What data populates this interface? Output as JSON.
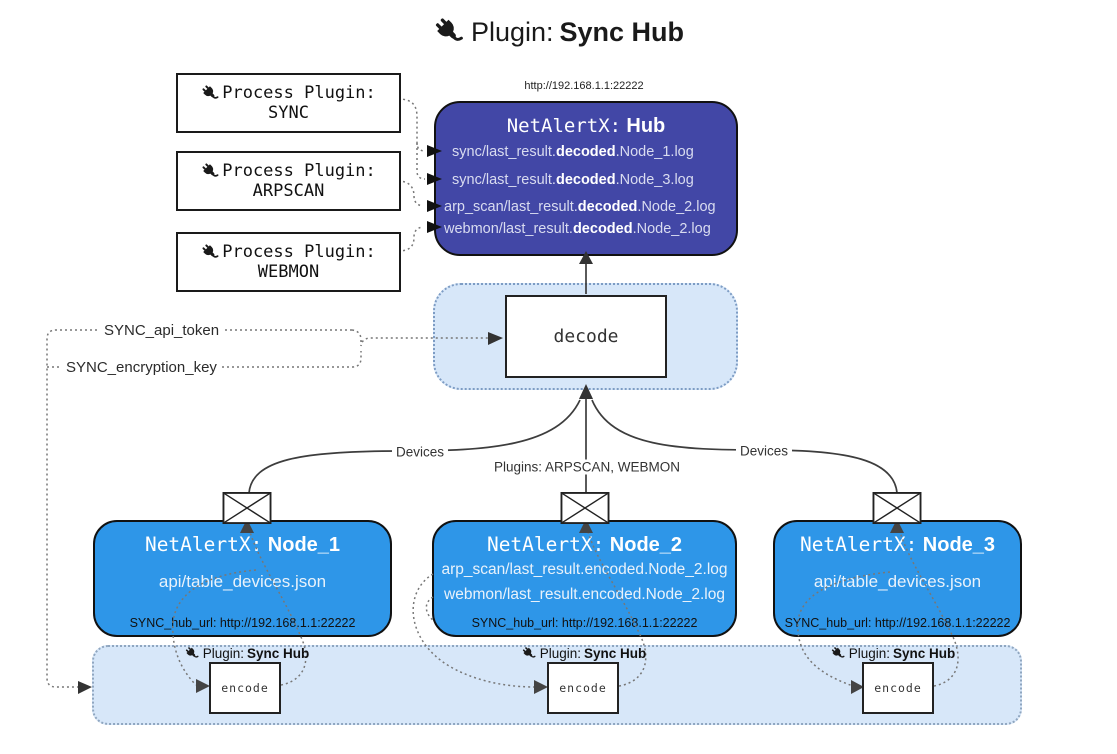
{
  "title": {
    "prefix": "Plugin:",
    "name": "Sync Hub"
  },
  "hub": {
    "url": "http://192.168.1.1:22222",
    "title_prefix": "NetAlertX:",
    "title_name": "Hub",
    "logs": [
      {
        "pre": "sync/last_result.",
        "bold": "decoded",
        "post": ".Node_1.log"
      },
      {
        "pre": "sync/last_result.",
        "bold": "decoded",
        "post": ".Node_3.log"
      },
      {
        "pre": "arp_scan/last_result.",
        "bold": "decoded",
        "post": ".Node_2.log"
      },
      {
        "pre": "webmon/last_result.",
        "bold": "decoded",
        "post": ".Node_2.log"
      }
    ]
  },
  "process_plugins": [
    {
      "label": "Process Plugin:",
      "name": "SYNC"
    },
    {
      "label": "Process Plugin:",
      "name": "ARPSCAN"
    },
    {
      "label": "Process Plugin:",
      "name": "WEBMON"
    }
  ],
  "settings": {
    "api_token": "SYNC_api_token",
    "encryption_key": "SYNC_encryption_key"
  },
  "decode_box": {
    "label": "decode"
  },
  "edges": {
    "devices_left": "Devices",
    "devices_right": "Devices",
    "plugins_mid": "Plugins: ARPSCAN, WEBMON"
  },
  "nodes": [
    {
      "title_prefix": "NetAlertX:",
      "title_name": "Node_1",
      "lines": [
        "api/table_devices.json"
      ],
      "hub_url": "SYNC_hub_url: http://192.168.1.1:22222",
      "plugin_prefix": "Plugin:",
      "plugin_name": "Sync Hub",
      "encode_label": "encode"
    },
    {
      "title_prefix": "NetAlertX:",
      "title_name": "Node_2",
      "lines": [
        "arp_scan/last_result.encoded.Node_2.log",
        "webmon/last_result.encoded.Node_2.log"
      ],
      "hub_url": "SYNC_hub_url: http://192.168.1.1:22222",
      "plugin_prefix": "Plugin:",
      "plugin_name": "Sync Hub",
      "encode_label": "encode"
    },
    {
      "title_prefix": "NetAlertX:",
      "title_name": "Node_3",
      "lines": [
        "api/table_devices.json"
      ],
      "hub_url": "SYNC_hub_url: http://192.168.1.1:22222",
      "plugin_prefix": "Plugin:",
      "plugin_name": "Sync Hub",
      "encode_label": "encode"
    }
  ],
  "colors": {
    "node_blue": "#2E96E8",
    "hub_indigo": "#4247A6",
    "container_blue": "#D7E7F9",
    "container_border": "#7D9CC4"
  }
}
